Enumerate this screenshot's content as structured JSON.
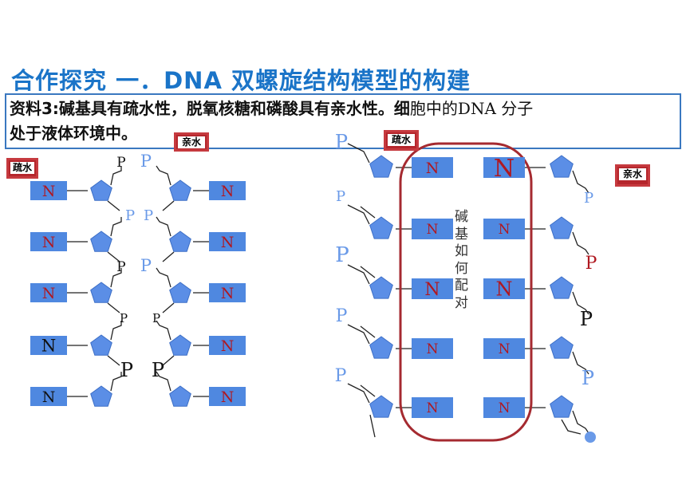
{
  "title": "合作探究 一．DNA  双螺旋结构模型的构建",
  "source": {
    "bold_part": "资料3:碱基具有疏水性，脱氧核糖和磷酸具有亲水性。细",
    "normal_part": "胞中的DNA  分子",
    "line2": "处于液体环境中。"
  },
  "tags": {
    "hydrophobic": "疏水",
    "hydrophilic": "亲水"
  },
  "base_label": "N",
  "phosphate_label": "P",
  "vertical_note": "碱基如何配对",
  "colors": {
    "title": "#1a74c8",
    "base_fill": "#4f88e0",
    "sugar_fill": "#5b8ee6",
    "base_text_red": "#b01820",
    "tag_red": "#b5262c",
    "oval": "#a52a30",
    "phosphate_blue": "#6a9ae8"
  }
}
